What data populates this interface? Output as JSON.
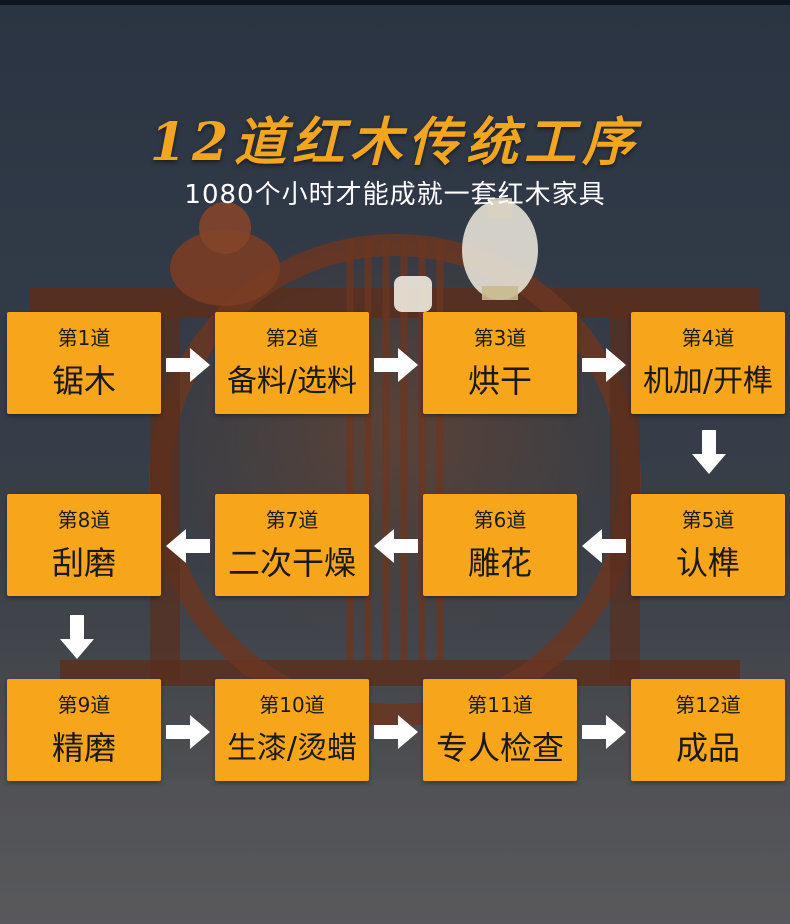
{
  "title": "12道红木传统工序",
  "subtitle": "1080个小时才能成就一套红木家具",
  "colors": {
    "step_bg": "#f7a61c",
    "title": "#f2a51e",
    "arrow": "#ffffff"
  },
  "steps": [
    {
      "num": "第1道",
      "name": "锯木"
    },
    {
      "num": "第2道",
      "name": "备料/选料"
    },
    {
      "num": "第3道",
      "name": "烘干"
    },
    {
      "num": "第4道",
      "name": "机加/开榫"
    },
    {
      "num": "第5道",
      "name": "认榫"
    },
    {
      "num": "第6道",
      "name": "雕花"
    },
    {
      "num": "第7道",
      "name": "二次干燥"
    },
    {
      "num": "第8道",
      "name": "刮磨"
    },
    {
      "num": "第9道",
      "name": "精磨"
    },
    {
      "num": "第10道",
      "name": "生漆/烫蜡"
    },
    {
      "num": "第11道",
      "name": "专人检查"
    },
    {
      "num": "第12道",
      "name": "成品"
    }
  ],
  "arrows": {
    "right": "right-arrow-icon",
    "left": "left-arrow-icon",
    "down": "down-arrow-icon"
  }
}
